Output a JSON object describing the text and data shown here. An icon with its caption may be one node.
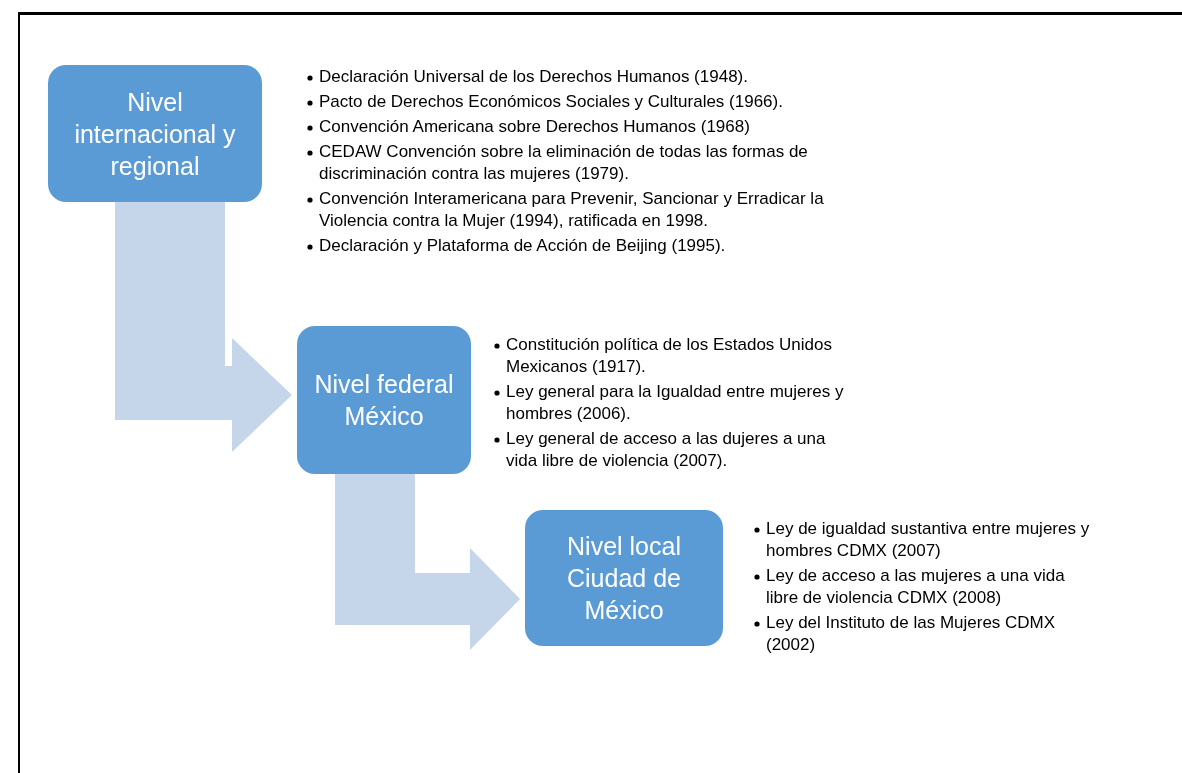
{
  "diagram": {
    "nodes": [
      {
        "text": [
          "Nivel internacional y regional"
        ],
        "beside": [
          "Declaración Universal de los Derechos Humanos (1948).",
          "Pacto de Derechos Económicos Sociales y Culturales (1966).",
          "Convención Americana sobre Derechos Humanos (1968)",
          "CEDAW Convención sobre la eliminación de todas las formas de discriminación contra las mujeres (1979).",
          "Convención Interamericana para Prevenir, Sancionar y Erradicar la Violencia contra la Mujer (1994), ratificada en 1998.",
          "Declaración y Plataforma de Acción de Beijing (1995)."
        ]
      },
      {
        "text": [
          "Nivel federal México"
        ],
        "beside": [
          "Constitución política de los Estados Unidos Mexicanos (1917).",
          "Ley general para la Igualdad entre mujeres y hombres (2006).",
          "Ley general de acceso a las dujeres a una vida libre de violencia (2007)."
        ]
      },
      {
        "text": [
          "Nivel local Ciudad de México"
        ],
        "beside": [
          "Ley de igualdad sustantiva entre mujeres y hombres CDMX (2007)",
          "Ley de acceso a las mujeres a una vida libre de violencia CDMX (2008)",
          "Ley del Instituto de las Mujeres CDMX (2002)"
        ]
      }
    ],
    "edges": [
      {
        "from": 0,
        "to": 1,
        "arrow": "to"
      },
      {
        "from": 1,
        "to": 2,
        "arrow": "to"
      }
    ]
  }
}
